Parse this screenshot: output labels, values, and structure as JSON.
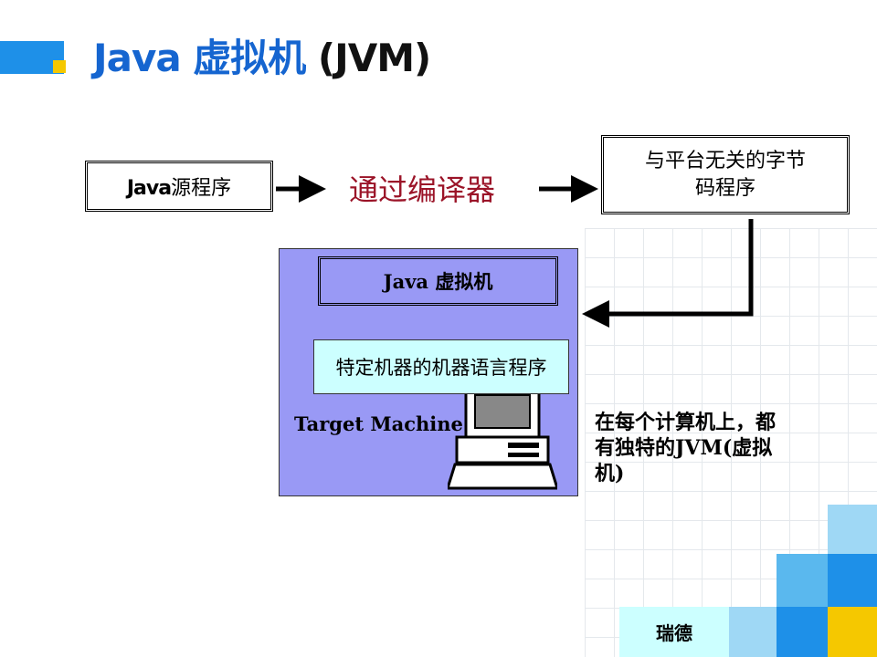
{
  "title": {
    "part1": "Java 虚拟机",
    "part2": " (JVM)"
  },
  "source_box": {
    "bold": "Java",
    "rest": "源程序"
  },
  "compiler_label": "通过编译器",
  "bytecode_box": {
    "line1": "与平台无关的字节",
    "line2": "码程序"
  },
  "jvm_box": "Java 虚拟机",
  "machine_lang_box": "特定机器的机器语言程序",
  "target_machine": "Target Machine",
  "note": {
    "line1": "在每个计算机上，都",
    "line2": "有独特的JVM(虚拟",
    "line3": "机)"
  },
  "footer": "瑞德",
  "colors": {
    "accent_blue": "#1565d0",
    "panel": "#9999f5",
    "cyan": "#ccffff",
    "compiler_red": "#9b1428",
    "bar_blue": "#1e90e8",
    "bar_yellow": "#f5c800"
  }
}
